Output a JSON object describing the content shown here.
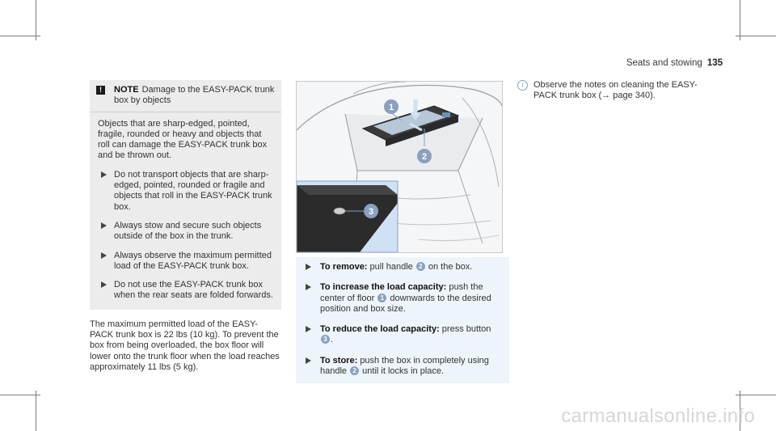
{
  "header": {
    "section": "Seats and stowing",
    "page": "135"
  },
  "note": {
    "label": "NOTE",
    "title": "Damage to the EASY-PACK trunk box by objects",
    "intro": "Objects that are sharp-edged, pointed, fragile, rounded or heavy and objects that roll can damage the EASY-PACK trunk box and be thrown out.",
    "steps": [
      "Do not transport objects that are sharp-edged, pointed, rounded or fragile and objects that roll in the EASY-PACK trunk box.",
      "Always stow and secure such objects outside of the box in the trunk.",
      "Always observe the maximum permitted load of the EASY-PACK trunk box.",
      "Do not use the EASY-PACK trunk box when the rear seats are folded forwards."
    ]
  },
  "body_text": "The maximum permitted load of the EASY-PACK trunk box is 22 lbs (10 kg). To prevent the box from being overloaded, the box floor will lower onto the trunk floor when the load reaches approximately 11 lbs (5 kg).",
  "figure": {
    "callouts": [
      "1",
      "2",
      "3"
    ]
  },
  "steps": [
    {
      "label": "To remove:",
      "text_a": "pull handle",
      "num": "2",
      "text_b": "on the box."
    },
    {
      "label": "To increase the load capacity:",
      "text_a": "push the center of floor",
      "num": "1",
      "text_b": "downwards to the desired position and box size."
    },
    {
      "label": "To reduce the load capacity:",
      "text_a": "press button",
      "num": "3",
      "text_b": "."
    },
    {
      "label": "To store:",
      "text_a": "push the box in completely using handle",
      "num": "2",
      "text_b": "until it locks in place."
    }
  ],
  "info": {
    "text": "Observe the notes on cleaning the EASY-PACK trunk box (→ page 340)."
  },
  "watermark": "carmanualsonline.info",
  "colors": {
    "callout": "#8aa1bd",
    "figure_blue": "#cfe1f5",
    "panel_blue": "#eef4fb"
  }
}
